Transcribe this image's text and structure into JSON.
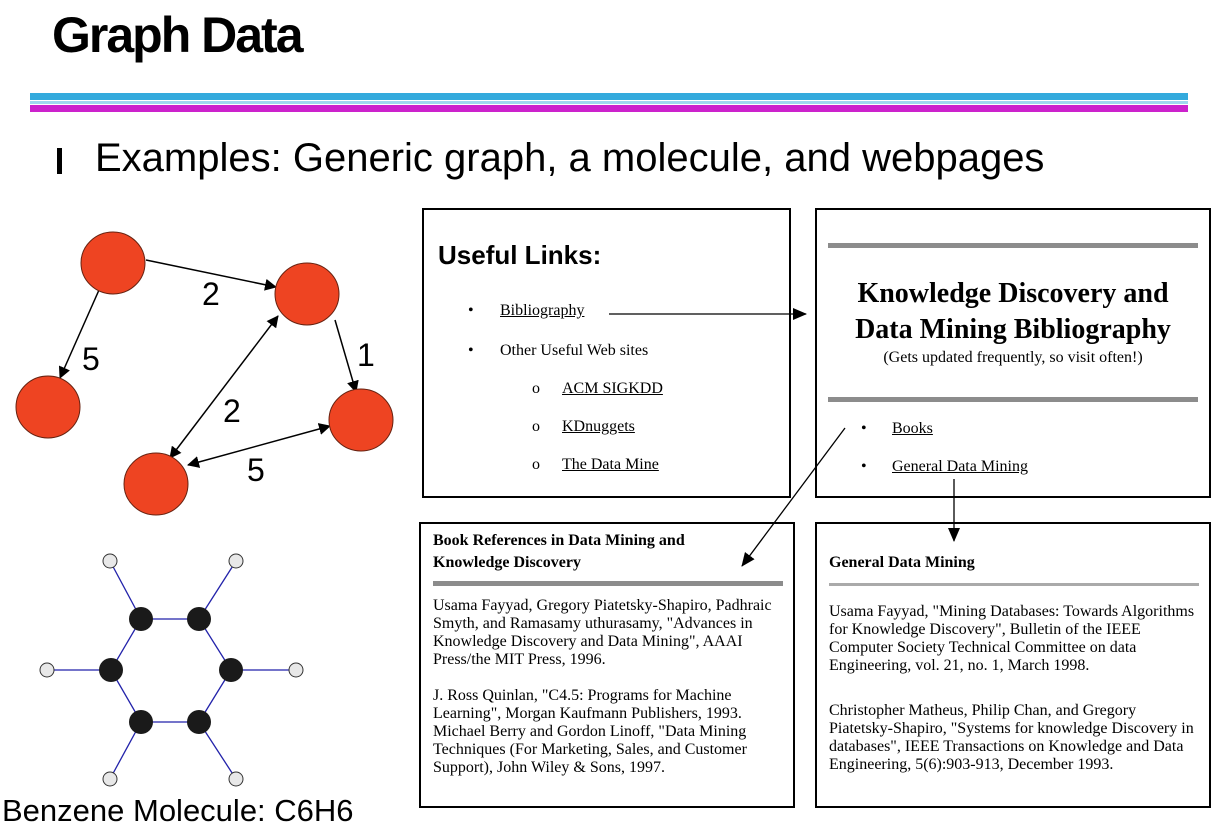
{
  "slide": {
    "title": "Graph Data",
    "bullet": "Examples: Generic graph, a molecule, and webpages"
  },
  "graph": {
    "edge_labels": [
      "2",
      "5",
      "1",
      "2",
      "5"
    ],
    "node_color": "#ee4422"
  },
  "molecule": {
    "caption": "Benzene Molecule: C6H6",
    "bond_color": "#2222aa"
  },
  "useful_links": {
    "heading": "Useful Links:",
    "items": [
      "Bibliography",
      "Other Useful Web sites"
    ],
    "subitems": [
      "ACM SIGKDD",
      "KDnuggets",
      "The Data Mine"
    ]
  },
  "kddb": {
    "title_line1": "Knowledge Discovery and",
    "title_line2": "Data Mining Bibliography",
    "subtitle": "(Gets updated frequently, so visit often!)",
    "links": [
      "Books",
      "General Data Mining"
    ]
  },
  "book_refs": {
    "heading_line1": "Book References in Data Mining and",
    "heading_line2": "Knowledge Discovery",
    "para1": "Usama Fayyad, Gregory Piatetsky-Shapiro, Padhraic Smyth, and Ramasamy uthurasamy, \"Advances in Knowledge Discovery and Data Mining\", AAAI Press/the MIT Press, 1996.",
    "para2": "J. Ross Quinlan, \"C4.5: Programs for Machine Learning\", Morgan Kaufmann Publishers, 1993. Michael Berry and Gordon Linoff, \"Data Mining Techniques (For Marketing, Sales, and Customer Support), John Wiley & Sons, 1997."
  },
  "general_dm": {
    "heading": "General Data Mining",
    "para1": "Usama Fayyad, \"Mining Databases: Towards Algorithms for Knowledge Discovery\", Bulletin of the IEEE Computer Society Technical Committee on data Engineering, vol. 21, no. 1, March 1998.",
    "para2": "Christopher Matheus, Philip Chan, and Gregory Piatetsky-Shapiro, \"Systems for knowledge Discovery in databases\", IEEE Transactions on Knowledge and Data Engineering, 5(6):903-913, December 1993."
  }
}
